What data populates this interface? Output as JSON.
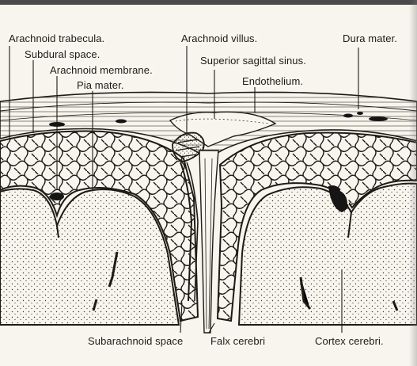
{
  "labels": {
    "arachnoid_trabecula": "Arachnoid trabecula.",
    "subdural_space": "Subdural space.",
    "arachnoid_membrane": "Arachnoid membrane.",
    "pia_mater": "Pia mater.",
    "arachnoid_villus": "Arachnoid villus.",
    "superior_sagittal_sinus": "Superior sagittal sinus.",
    "endothelium": "Endothelium.",
    "dura_mater": "Dura mater.",
    "subarachnoid_space": "Subarachnoid space",
    "falx_cerebri": "Falx cerebri",
    "cortex_cerebri": "Cortex cerebri."
  },
  "colors": {
    "ink": "#1e1a14",
    "paper": "#f7f5ee",
    "dark_vessel": "#151515"
  }
}
